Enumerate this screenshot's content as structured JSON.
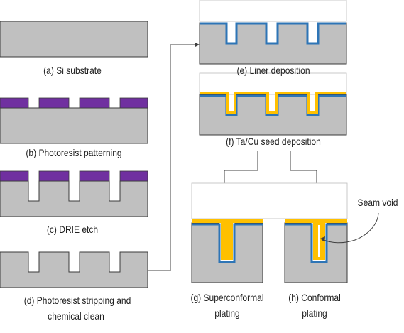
{
  "captions": {
    "a": "(a) Si substrate",
    "b": "(b) Photoresist patterning",
    "c": "(c) DRIE etch",
    "d_line1": "(d) Photoresist stripping and",
    "d_line2": "chemical clean",
    "e": "(e) Liner deposition",
    "f": "(f) Ta/Cu seed deposition",
    "g_line1": "(g) Superconformal",
    "g_line2": "plating",
    "h_line1": "(h) Conformal",
    "h_line2": "plating",
    "seam_void": "Seam void"
  },
  "colors": {
    "silicon": "#c0c0c0",
    "silicon_edge": "#3a3a3a",
    "photoresist": "#7030a0",
    "liner": "#2e75b6",
    "copper": "#ffc000",
    "void": "#ffffff",
    "arrow": "#404040"
  }
}
